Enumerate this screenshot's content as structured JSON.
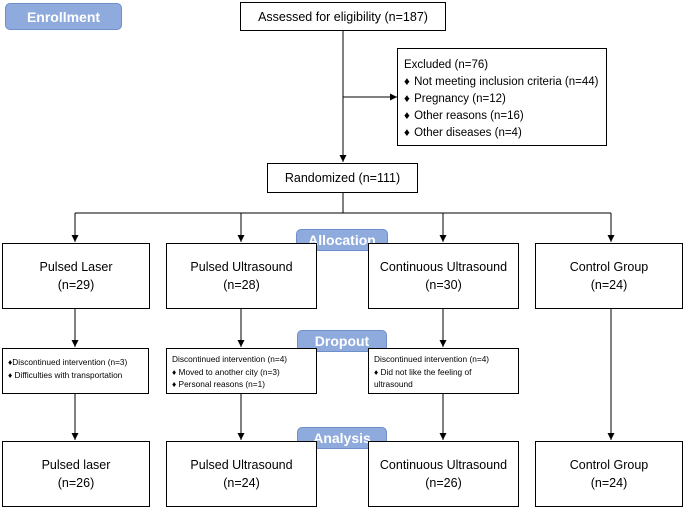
{
  "labels": {
    "enrollment": "Enrollment",
    "allocation": "Allocation",
    "dropout": "Dropout",
    "analysis": "Analysis"
  },
  "assessed": "Assessed for eligibility (n=187)",
  "excluded": {
    "title": "Excluded (n=76)",
    "bullet": "♦",
    "items": [
      "Not meeting inclusion criteria (n=44)",
      "Pregnancy (n=12)",
      "Other reasons (n=16)",
      "Other diseases (n=4)"
    ]
  },
  "randomized": "Randomized (n=111)",
  "allocation_groups": [
    {
      "name": "Pulsed Laser",
      "n": "(n=29)"
    },
    {
      "name": "Pulsed Ultrasound",
      "n": "(n=28)"
    },
    {
      "name": "Continuous Ultrasound",
      "n": "(n=30)"
    },
    {
      "name": "Control Group",
      "n": "(n=24)"
    }
  ],
  "dropout_groups": [
    {
      "lines": [
        "♦Discontinued intervention (n=3)",
        "♦ Difficulties with transportation"
      ]
    },
    {
      "lines": [
        "Discontinued intervention (n=4)",
        "♦ Moved to another city (n=3)",
        "♦ Personal reasons (n=1)"
      ]
    },
    {
      "lines": [
        "Discontinued intervention (n=4)",
        "♦ Did not like the feeling of",
        "ultrasound"
      ]
    }
  ],
  "analysis_groups": [
    {
      "name": "Pulsed laser",
      "n": "(n=26)"
    },
    {
      "name": "Pulsed Ultrasound",
      "n": "(n=24)"
    },
    {
      "name": "Continuous Ultrasound",
      "n": "(n=26)"
    },
    {
      "name": "Control Group",
      "n": "(n=24)"
    }
  ],
  "colors": {
    "label_fill": "#8faadc",
    "label_text": "#ffffff",
    "box_border": "#000000"
  }
}
